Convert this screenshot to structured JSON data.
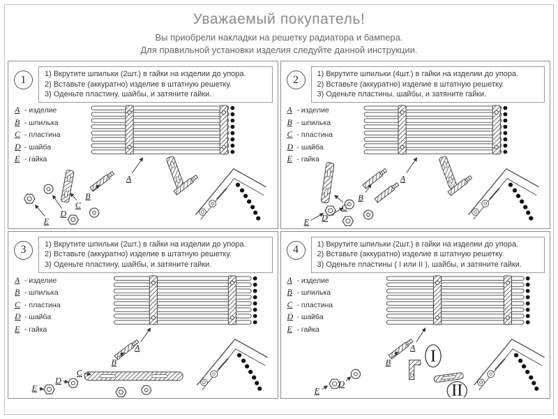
{
  "page": {
    "title": "Уважаемый покупатель!",
    "subtitle_line1": "Вы приобрели накладки на решетку радиатора и бампера.",
    "subtitle_line2": "Для правильной установки изделия следуйте данной инструкции."
  },
  "letters": {
    "A": "A",
    "B": "B",
    "C": "C",
    "D": "D",
    "E": "E"
  },
  "panels": [
    {
      "number": "1",
      "steps": [
        "1) Вкрутите шпильки (2шт.) в гайки на изделии до упора.",
        "2) Вставьте (аккуратно) изделие в штатную решетку.",
        "3) Оденьте пластину, шайбы, и затяните гайки."
      ],
      "legend": [
        {
          "letter": "A",
          "name": "- изделие"
        },
        {
          "letter": "B",
          "name": "- шпилька"
        },
        {
          "letter": "C",
          "name": "- пластина"
        },
        {
          "letter": "D",
          "name": "- шайба"
        },
        {
          "letter": "E",
          "name": "- гайка"
        }
      ]
    },
    {
      "number": "2",
      "steps": [
        "1) Вкрутите шпильки (4шт.) в гайки на изделии до упора.",
        "2) Вставьте (аккуратно) изделие в штатную решетку.",
        "3) Оденьте пластины, шайбы, и затяните гайки."
      ],
      "legend": [
        {
          "letter": "A",
          "name": "- изделие"
        },
        {
          "letter": "B",
          "name": "- шпилька"
        },
        {
          "letter": "C",
          "name": "- пластина"
        },
        {
          "letter": "D",
          "name": "- шайба"
        },
        {
          "letter": "E",
          "name": "- гайка"
        }
      ]
    },
    {
      "number": "3",
      "steps": [
        "1) Вкрутите шпильки (2шт.) в гайки на изделии до упора.",
        "2) Вставьте (аккуратно) изделие в штатную решетку.",
        "3) Оденьте пластину, шайбы, и затяните гайки."
      ],
      "legend": [
        {
          "letter": "A",
          "name": "- изделие"
        },
        {
          "letter": "B",
          "name": "- шпилька"
        },
        {
          "letter": "C",
          "name": "- пластина"
        },
        {
          "letter": "D",
          "name": "- шайба"
        },
        {
          "letter": "E",
          "name": "- гайка"
        }
      ]
    },
    {
      "number": "4",
      "steps": [
        "1) Вкрутите шпильки (2шт.) в гайки на изделии до упора.",
        "2) Вставьте (аккуратно) изделие в штатную решетку.",
        "3) Оденьте пластины ( I или II ), шайбы, и затяните гайки."
      ],
      "legend": [
        {
          "letter": "A",
          "name": "- изделие"
        },
        {
          "letter": "B",
          "name": "- шпилька"
        },
        {
          "letter": "C",
          "name": "- пластина"
        },
        {
          "letter": "D",
          "name": "- шайба"
        },
        {
          "letter": "E",
          "name": "- гайка"
        }
      ],
      "variants": {
        "v1": "I",
        "v2": "II"
      }
    }
  ]
}
